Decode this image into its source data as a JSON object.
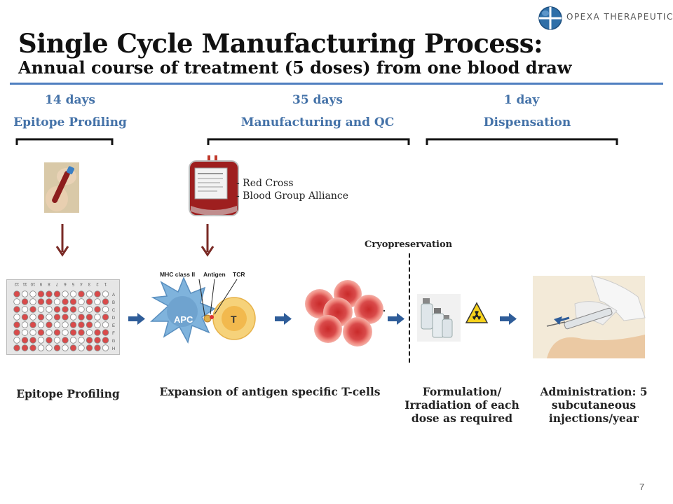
{
  "brand": {
    "name": "OPEXA THERAPEUTICS"
  },
  "title": "Single Cycle Manufacturing Process:",
  "subtitle": "Annual course of treatment (5 doses) from one blood draw",
  "phases": [
    {
      "duration": "14 days",
      "name": "Epitope Profiling"
    },
    {
      "duration": "35 days",
      "name": "Manufacturing and QC"
    },
    {
      "duration": "1 day",
      "name": "Dispensation"
    }
  ],
  "blood_sources": [
    "- Red Cross",
    "- Blood Group Alliance"
  ],
  "cryopreservation_label": "Cryopreservation",
  "cell_diagram": {
    "mhc_label": "MHC class II",
    "antigen_label": "Antigen",
    "tcr_label": "TCR",
    "apc_label": "APC",
    "t_label": "T"
  },
  "plate": {
    "column_numbers": [
      "1",
      "2",
      "3",
      "4",
      "5",
      "6",
      "7",
      "8",
      "9",
      "10",
      "11",
      "12"
    ],
    "row_letters": [
      "A",
      "B",
      "C",
      "D",
      "E",
      "F",
      "G",
      "H"
    ]
  },
  "steps": [
    {
      "caption": "Epitope Profiling"
    },
    {
      "caption": "Expansion of antigen specific T-cells"
    },
    {
      "caption": "Formulation/ Irradiation of each dose as required"
    },
    {
      "caption": "Administration: 5 subcutaneous injections/year"
    }
  ],
  "page_number": "7",
  "colors": {
    "accent": "#4f7fc0",
    "phase_text": "#4472a8",
    "arrow_down": "#7a2a25",
    "arrow_right": "#2f5d99",
    "red_cell": "#d94a4a"
  }
}
